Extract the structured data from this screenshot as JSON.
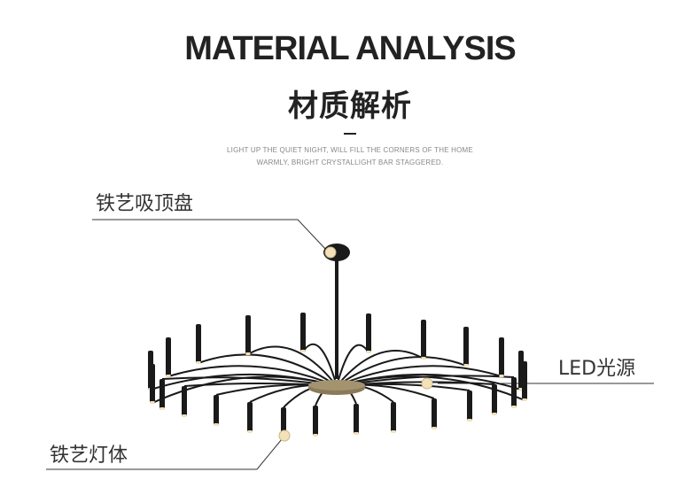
{
  "header": {
    "title_en": "MATERIAL ANALYSIS",
    "title_cn": "材质解析",
    "subtitle_line1": "LIGHT UP THE QUIET NIGHT, WILL FILL THE CORNERS OF THE HOME",
    "subtitle_line2": "WARMLY, BRIGHT CRYSTALLIGHT BAR STAGGERED."
  },
  "callouts": {
    "ceiling_plate": "铁艺吸顶盘",
    "led_source": "LED光源",
    "lamp_body": "铁艺灯体"
  },
  "colors": {
    "text": "#222222",
    "lamp_black": "#1a1a1a",
    "hub_gold": "#8a7a5a",
    "led_warm": "#f3e2b8"
  }
}
